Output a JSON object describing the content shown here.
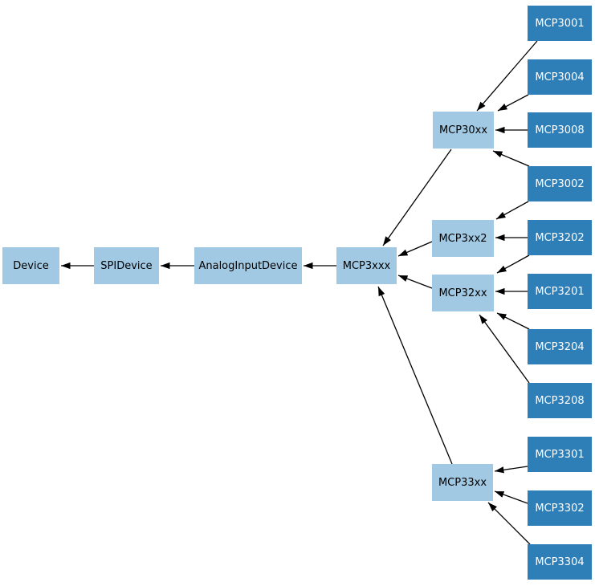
{
  "diagram": {
    "type": "inheritance-diagram",
    "colors": {
      "background": "#ffffff",
      "base_fill": "#a2c9e3",
      "base_text": "#000000",
      "leaf_fill": "#2e7eb8",
      "leaf_text": "#ffffff",
      "edge": "#000000"
    },
    "nodes": [
      {
        "id": "device",
        "label": "Device",
        "style": "light"
      },
      {
        "id": "spidevice",
        "label": "SPIDevice",
        "style": "light"
      },
      {
        "id": "analoginputdevice",
        "label": "AnalogInputDevice",
        "style": "light"
      },
      {
        "id": "mcp3xxx",
        "label": "MCP3xxx",
        "style": "light"
      },
      {
        "id": "mcp30xx",
        "label": "MCP30xx",
        "style": "light"
      },
      {
        "id": "mcp3xx2",
        "label": "MCP3xx2",
        "style": "light"
      },
      {
        "id": "mcp32xx",
        "label": "MCP32xx",
        "style": "light"
      },
      {
        "id": "mcp33xx",
        "label": "MCP33xx",
        "style": "light"
      },
      {
        "id": "mcp3001",
        "label": "MCP3001",
        "style": "dark"
      },
      {
        "id": "mcp3004",
        "label": "MCP3004",
        "style": "dark"
      },
      {
        "id": "mcp3008",
        "label": "MCP3008",
        "style": "dark"
      },
      {
        "id": "mcp3002",
        "label": "MCP3002",
        "style": "dark"
      },
      {
        "id": "mcp3202",
        "label": "MCP3202",
        "style": "dark"
      },
      {
        "id": "mcp3201",
        "label": "MCP3201",
        "style": "dark"
      },
      {
        "id": "mcp3204",
        "label": "MCP3204",
        "style": "dark"
      },
      {
        "id": "mcp3208",
        "label": "MCP3208",
        "style": "dark"
      },
      {
        "id": "mcp3301",
        "label": "MCP3301",
        "style": "dark"
      },
      {
        "id": "mcp3302",
        "label": "MCP3302",
        "style": "dark"
      },
      {
        "id": "mcp3304",
        "label": "MCP3304",
        "style": "dark"
      }
    ],
    "edges": [
      {
        "from": "SPIDevice",
        "to": "Device"
      },
      {
        "from": "AnalogInputDevice",
        "to": "SPIDevice"
      },
      {
        "from": "MCP3xxx",
        "to": "AnalogInputDevice"
      },
      {
        "from": "MCP30xx",
        "to": "MCP3xxx"
      },
      {
        "from": "MCP3xx2",
        "to": "MCP3xxx"
      },
      {
        "from": "MCP32xx",
        "to": "MCP3xxx"
      },
      {
        "from": "MCP33xx",
        "to": "MCP3xxx"
      },
      {
        "from": "MCP3001",
        "to": "MCP30xx"
      },
      {
        "from": "MCP3004",
        "to": "MCP30xx"
      },
      {
        "from": "MCP3008",
        "to": "MCP30xx"
      },
      {
        "from": "MCP3002",
        "to": "MCP30xx"
      },
      {
        "from": "MCP3002",
        "to": "MCP3xx2"
      },
      {
        "from": "MCP3202",
        "to": "MCP3xx2"
      },
      {
        "from": "MCP3202",
        "to": "MCP32xx"
      },
      {
        "from": "MCP3201",
        "to": "MCP32xx"
      },
      {
        "from": "MCP3204",
        "to": "MCP32xx"
      },
      {
        "from": "MCP3208",
        "to": "MCP32xx"
      },
      {
        "from": "MCP3301",
        "to": "MCP33xx"
      },
      {
        "from": "MCP3302",
        "to": "MCP33xx"
      },
      {
        "from": "MCP3304",
        "to": "MCP33xx"
      }
    ]
  }
}
